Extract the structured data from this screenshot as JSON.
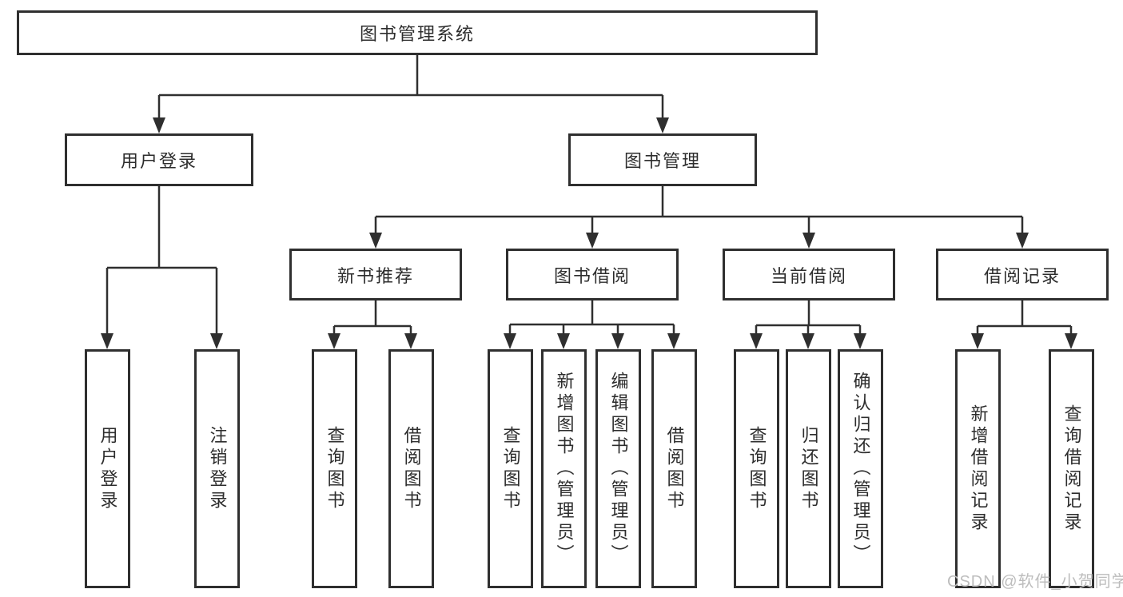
{
  "diagram": {
    "root": {
      "label": "图书管理系统",
      "children": [
        {
          "label": "用户登录",
          "children": [
            {
              "label": "用户登录"
            },
            {
              "label": "注销登录"
            }
          ]
        },
        {
          "label": "图书管理",
          "children": [
            {
              "label": "新书推荐",
              "children": [
                {
                  "label": "查询图书"
                },
                {
                  "label": "借阅图书"
                }
              ]
            },
            {
              "label": "图书借阅",
              "children": [
                {
                  "label": "查询图书"
                },
                {
                  "label": "新增图书（管理员）"
                },
                {
                  "label": "编辑图书（管理员）"
                },
                {
                  "label": "借阅图书"
                }
              ]
            },
            {
              "label": "当前借阅",
              "children": [
                {
                  "label": "查询图书"
                },
                {
                  "label": "归还图书"
                },
                {
                  "label": "确认归还（管理员）"
                }
              ]
            },
            {
              "label": "借阅记录",
              "children": [
                {
                  "label": "新增借阅记录"
                },
                {
                  "label": "查询借阅记录"
                }
              ]
            }
          ]
        }
      ]
    },
    "colors": {
      "line": "#2f2f2f",
      "text": "#2d2d2d",
      "background": "#ffffff",
      "watermark": "#bdbdbd"
    }
  },
  "watermark": {
    "text": "CSDN @软件_小贺同学"
  }
}
